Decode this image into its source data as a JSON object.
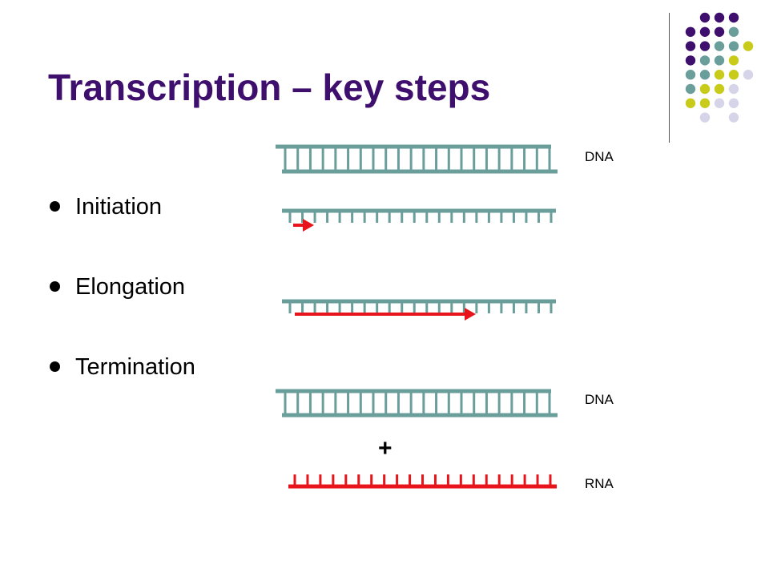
{
  "slide": {
    "title": "Transcription – key steps",
    "bullets": [
      "Initiation",
      "Elongation",
      "Termination"
    ]
  },
  "diagram": {
    "labels": {
      "dna_top": "DNA",
      "dna_bottom": "DNA",
      "rna": "RNA",
      "plus": "+"
    }
  },
  "colors": {
    "title": "#3f0f6e",
    "dna_strand": "#6a9e9b",
    "rna_strand": "#e8141b",
    "logo_purple": "#3f0f6e",
    "logo_teal": "#6a9e9b",
    "logo_yellow": "#c8cb1a",
    "logo_lavender": "#d6d4e8"
  }
}
